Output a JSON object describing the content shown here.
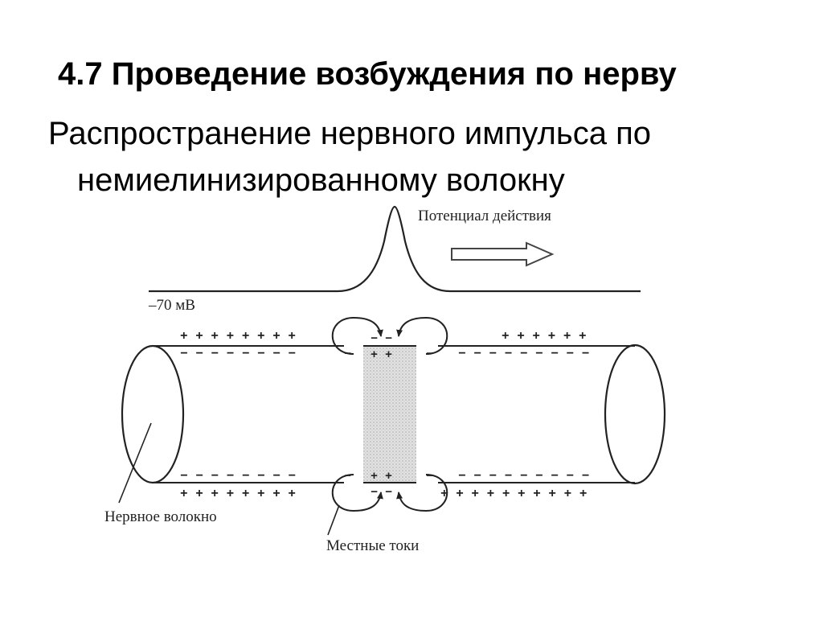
{
  "slide": {
    "title": "4.7 Проведение возбуждения по нерву",
    "subtitle_line1": "Распространение нервного импульса по",
    "subtitle_line2": "немиелинизированному волокну"
  },
  "diagram": {
    "action_potential_label": "Потенциал действия",
    "resting_potential_label": "–70 мВ",
    "nerve_fiber_label": "Нервное волокно",
    "local_currents_label": "Местные токи",
    "charges": {
      "outer_top_left": "+ + + + + + + +",
      "outer_top_right": "+ + + + + +",
      "inner_top_left": "− − − − − − − −",
      "inner_top_right": "− − − − − − − − −",
      "inner_bottom_left": "− − − − − − − −",
      "inner_bottom_right": "− − − − − − − − −",
      "outer_bottom_left": "+ + + + + + + +",
      "outer_bottom_right": "+ + + + + + + + + +",
      "active_top_outer": "− −",
      "active_top_inner": "+ +",
      "active_bottom_inner": "+ +",
      "active_bottom_outer": "− −",
      "minus": "−"
    },
    "colors": {
      "stroke": "#222222",
      "active_zone": "#cfcfcf"
    }
  }
}
